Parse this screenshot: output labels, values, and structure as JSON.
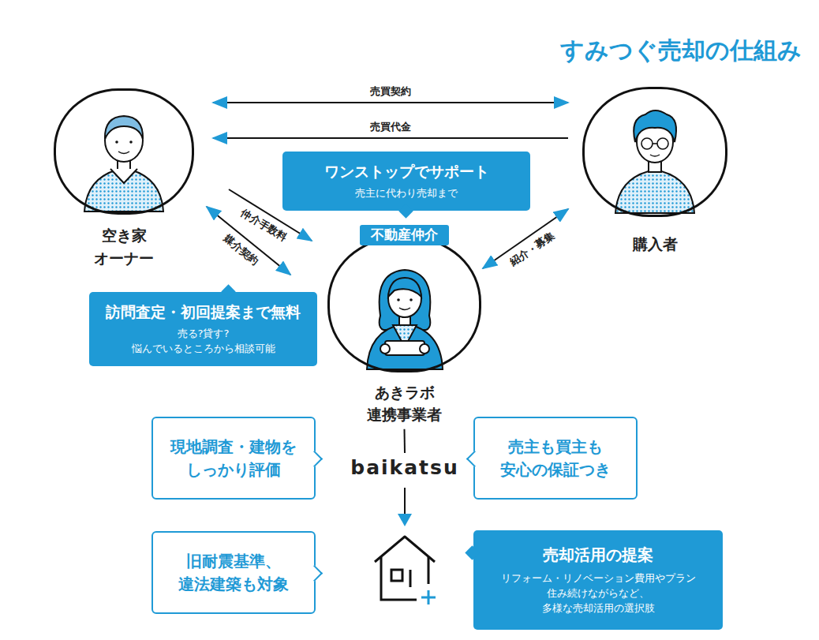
{
  "diagram": {
    "title": "すみつぐ売却の仕組み",
    "nodes": [
      {
        "text": [
          "空き家 オーナー"
        ]
      },
      {
        "text": [
          "購入者"
        ]
      },
      {
        "text": [
          "ワンストップでサポート",
          "売主に代わり売却まで"
        ]
      },
      {
        "text": [
          "不動産仲介",
          "あきラボ 連携事業者"
        ]
      },
      {
        "text": [
          "訪問査定・初回提案まで無料",
          "売る?貸す? 悩んでいるところから相談可能"
        ]
      },
      {
        "text": [
          "baikatsu"
        ]
      },
      {
        "text": [
          "現地調査・建物を しっかり評価"
        ]
      },
      {
        "text": [
          "売主も買主も 安心の保証つき"
        ]
      },
      {
        "text": [
          "旧耐震基準、 違法建築も対象"
        ]
      },
      {
        "text": [
          "売却活用の提案",
          "リフォーム・リノベーション費用やプラン 住み続けながらなど、 多様な売却活用の選択肢"
        ]
      }
    ],
    "edges": [
      {
        "from": 0,
        "to": 1,
        "arrow": "both",
        "label": "売買契約"
      },
      {
        "from": 1,
        "to": 0,
        "arrow": "to",
        "label": "売買代金"
      },
      {
        "from": 0,
        "to": 3,
        "arrow": "to",
        "label": "仲介手数料"
      },
      {
        "from": 0,
        "to": 3,
        "arrow": "both",
        "label": "媒介契約"
      },
      {
        "from": 3,
        "to": 1,
        "arrow": "both",
        "label": "紹介・募集"
      },
      {
        "from": 3,
        "to": 5,
        "arrow": "none"
      }
    ]
  }
}
